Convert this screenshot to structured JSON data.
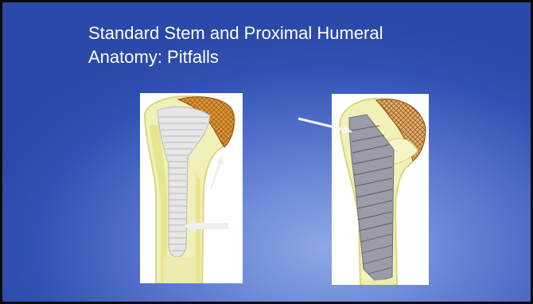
{
  "slide": {
    "title_line1": "Standard Stem and Proximal Humeral",
    "title_line2": "Anatomy:  Pitfalls"
  },
  "images": {
    "left": "humerus-standard-stem-image",
    "right": "humerus-alternate-stem-image"
  },
  "colors": {
    "background": "#4f6dc8",
    "bone": "#f0efb4",
    "cortex": "#e6e48c",
    "stem_left": "#e4e4e4",
    "stem_right": "#9a9aa6",
    "head": "#d8902a",
    "arrow": "#f0f0f0"
  }
}
